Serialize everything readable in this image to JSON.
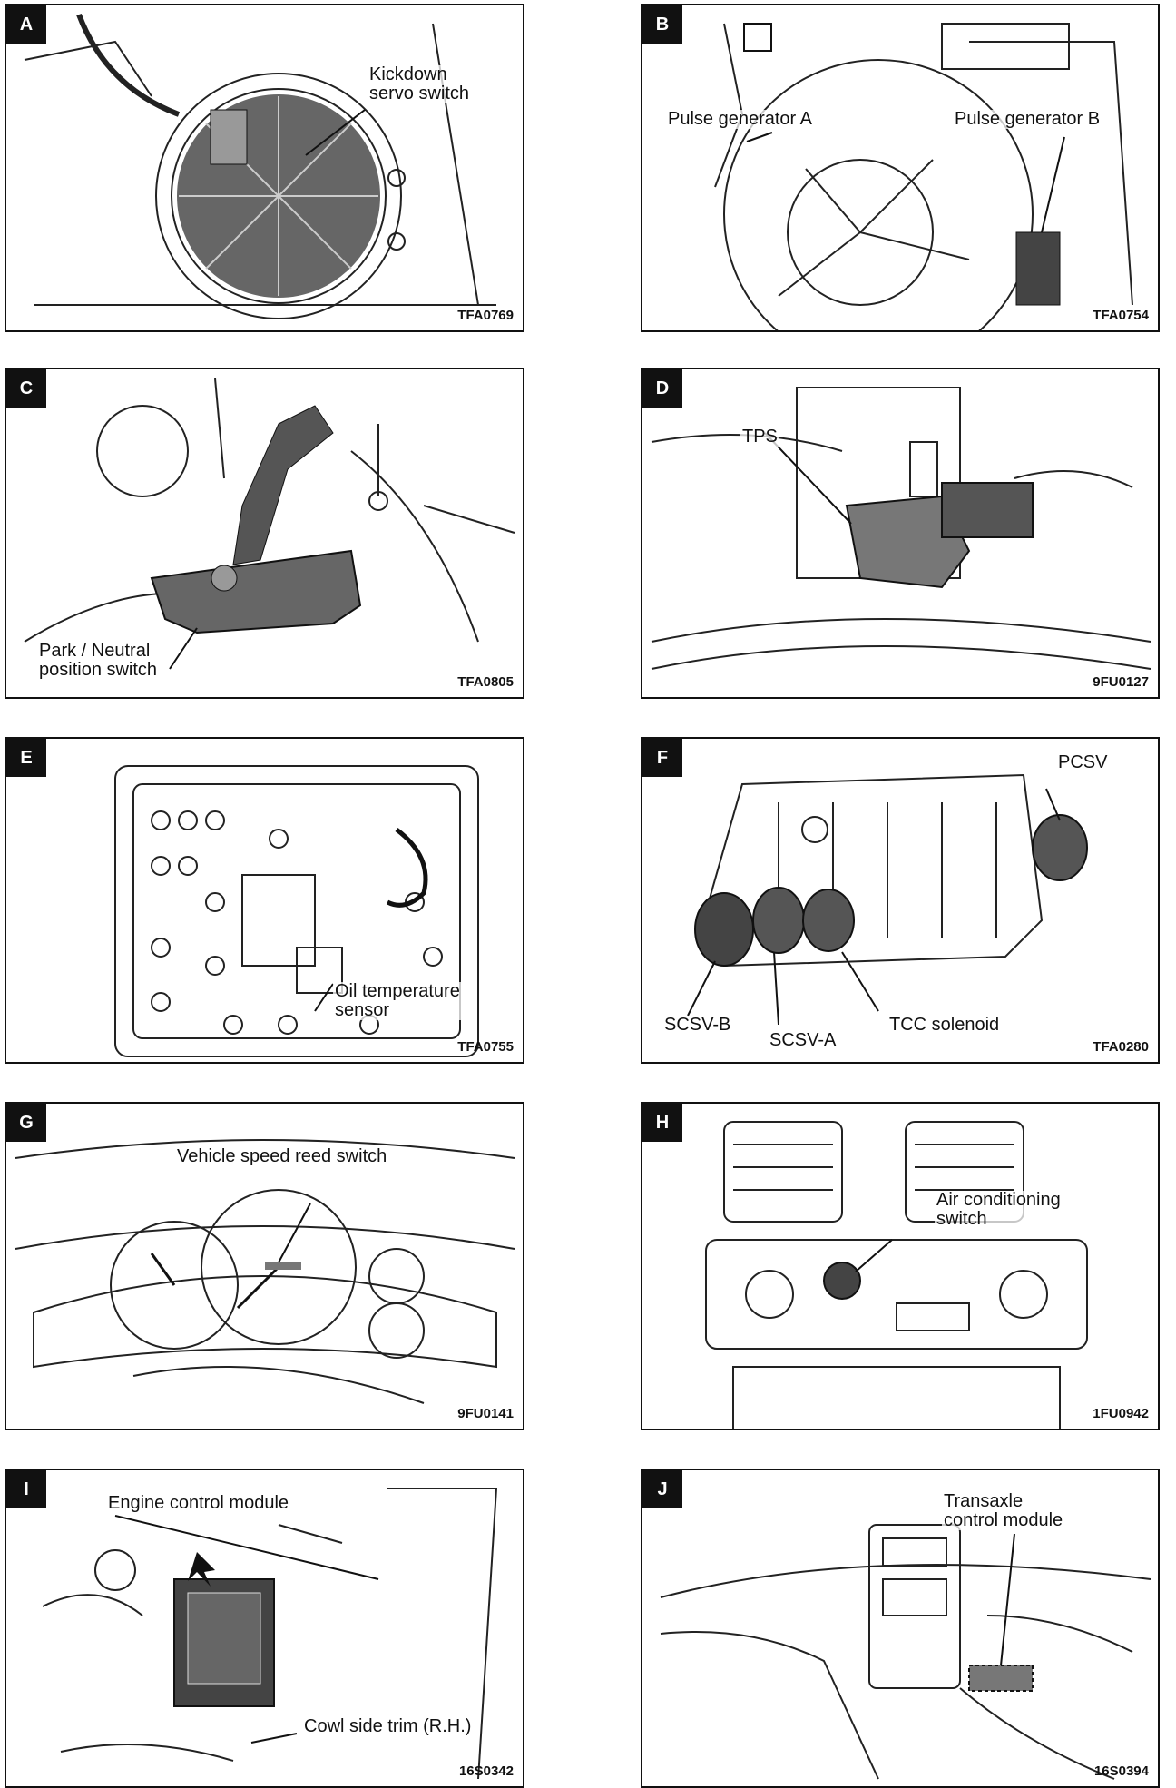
{
  "panels": {
    "A": {
      "tag": "A",
      "code": "TFA0769",
      "labels": [
        "Kickdown\nservo switch"
      ]
    },
    "B": {
      "tag": "B",
      "code": "TFA0754",
      "labels": [
        "Pulse generator A",
        "Pulse generator B"
      ]
    },
    "C": {
      "tag": "C",
      "code": "TFA0805",
      "labels": [
        "Park / Neutral\nposition switch"
      ]
    },
    "D": {
      "tag": "D",
      "code": "9FU0127",
      "labels": [
        "TPS"
      ]
    },
    "E": {
      "tag": "E",
      "code": "TFA0755",
      "labels": [
        "Oil temperature\nsensor"
      ]
    },
    "F": {
      "tag": "F",
      "code": "TFA0280",
      "labels": [
        "PCSV",
        "SCSV-B",
        "SCSV-A",
        "TCC solenoid"
      ]
    },
    "G": {
      "tag": "G",
      "code": "9FU0141",
      "labels": [
        "Vehicle speed reed switch"
      ]
    },
    "H": {
      "tag": "H",
      "code": "1FU0942",
      "labels": [
        "Air conditioning\nswitch"
      ]
    },
    "I": {
      "tag": "I",
      "code": "16S0342",
      "labels": [
        "Engine control module",
        "Cowl side trim (R.H.)"
      ]
    },
    "J": {
      "tag": "J",
      "code": "16S0394",
      "labels": [
        "Transaxle\ncontrol module"
      ]
    }
  }
}
